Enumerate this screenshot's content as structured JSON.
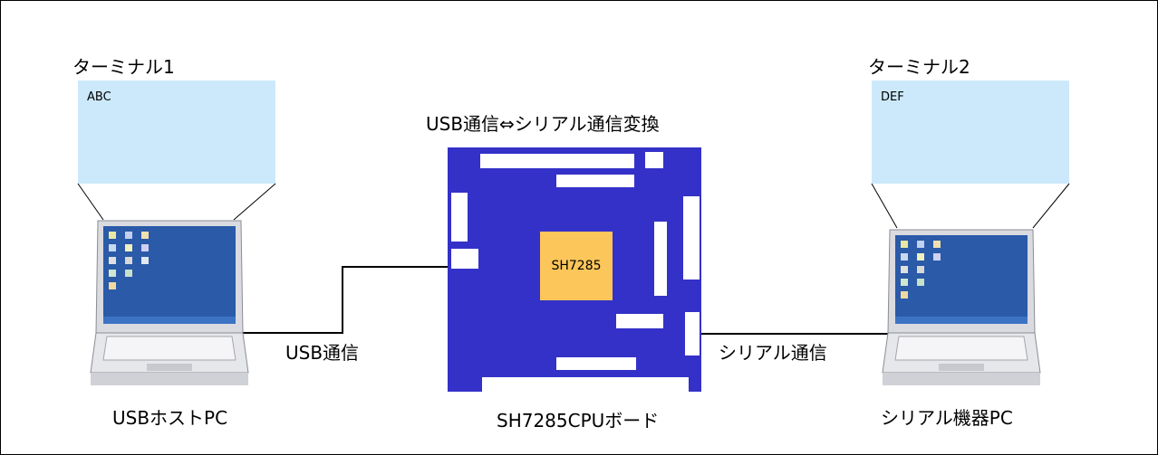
{
  "title": "USB通信⇔シリアル通信変換",
  "left": {
    "terminal_label": "ターミナル1",
    "terminal_text": "ABC",
    "pc_label": "USBホストPC"
  },
  "right": {
    "terminal_label": "ターミナル2",
    "terminal_text": "DEF",
    "pc_label": "シリアル機器PC"
  },
  "board": {
    "chip_label": "SH7285",
    "label": "SH7285CPUボード"
  },
  "links": {
    "usb_label": "USB通信",
    "serial_label": "シリアル通信"
  },
  "colors": {
    "board": "#3431c8",
    "chip": "#fcc65a",
    "terminal_screen": "#cce9fb",
    "desktop": "#2a5aa8"
  }
}
